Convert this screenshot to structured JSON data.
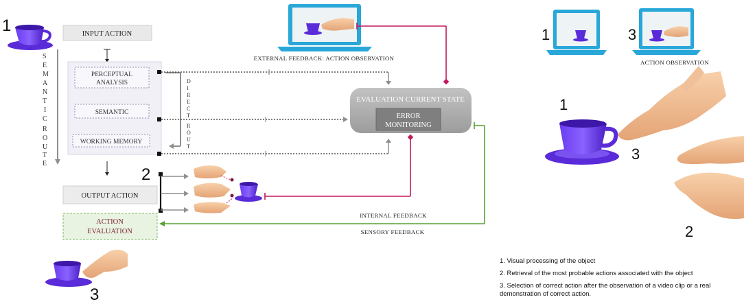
{
  "numbers": {
    "n1": "1",
    "n2": "2",
    "n3": "3"
  },
  "boxes": {
    "input_action": "INPUT ACTION",
    "perceptual": [
      "PERCEPTUAL",
      "ANALYSIS"
    ],
    "semantic": "SEMANTIC",
    "working_memory": "WORKING MEMORY",
    "output_action": "OUTPUT ACTION",
    "action_evaluation": [
      "ACTION",
      "EVALUATION"
    ]
  },
  "routes": {
    "semantic_route": [
      "S",
      "E",
      "M",
      "A",
      "N",
      "T",
      "I",
      "C",
      "",
      "R",
      "O",
      "U",
      "T",
      "E"
    ],
    "direct_route": [
      "D",
      "I",
      "R",
      "E",
      "C",
      "T",
      "",
      "R",
      "O",
      "U",
      "T"
    ]
  },
  "labels": {
    "external_feedback": "EXTERNAL FEEDBACK: ACTION OBSERVATION",
    "evaluation_state": "EVALUATION CURRENT STATE",
    "error_monitoring": [
      "ERROR",
      "MONITORING"
    ],
    "internal_feedback": "INTERNAL FEEDBACK",
    "sensory_feedback": "SENSORY FEEDBACK",
    "action_observation": "ACTION OBSERVATION"
  },
  "legend": [
    "1. Visual processing of the object",
    "2. Retrieval of the most probable actions associated with the object",
    "3. Selection of correct action after the observation of a video clip or a real demonstration of correct action."
  ],
  "colors": {
    "cup": "#5a2bd9",
    "laptop": "#28a7d8",
    "magenta": "#c2185b",
    "green": "#58a032",
    "gray": "#8f8f8f",
    "evalBox": "#a8a8a8"
  }
}
